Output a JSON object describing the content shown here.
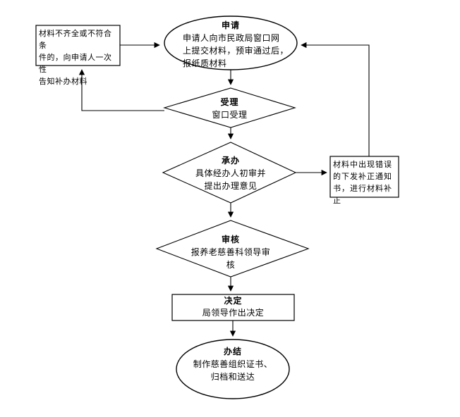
{
  "page": {
    "background_color": "#ffffff"
  },
  "flowchart": {
    "stroke_color": "#000000",
    "text_color": "#000000",
    "nodes": {
      "apply": {
        "shape": "ellipse",
        "title": "申请",
        "lines": [
          "申请人向市民政局窗口网",
          "上提交材料，预审通过后，",
          "报纸质材料"
        ]
      },
      "notify_supplement": {
        "shape": "rectangle",
        "lines": [
          "材料不齐全或不符合条",
          "件的，向申请人一次性",
          "告知补办材料"
        ]
      },
      "accept": {
        "shape": "diamond",
        "title": "受理",
        "lines": [
          "窗口受理"
        ]
      },
      "handle": {
        "shape": "diamond",
        "title": "承办",
        "lines": [
          "具体经办人初审并",
          "提出办理意见"
        ]
      },
      "correction_notice": {
        "shape": "rectangle",
        "lines": [
          "材料中出现错误",
          "的下发补正通知",
          "书，进行材料补正"
        ]
      },
      "review": {
        "shape": "diamond",
        "title": "审核",
        "lines": [
          "报养老慈善科领导审",
          "核"
        ]
      },
      "decision": {
        "shape": "rectangle",
        "title": "决定",
        "lines": [
          "局领导作出决定"
        ]
      },
      "complete": {
        "shape": "ellipse",
        "title": "办结",
        "lines": [
          "制作慈善组织证书、",
          "归档和送达"
        ]
      }
    }
  }
}
